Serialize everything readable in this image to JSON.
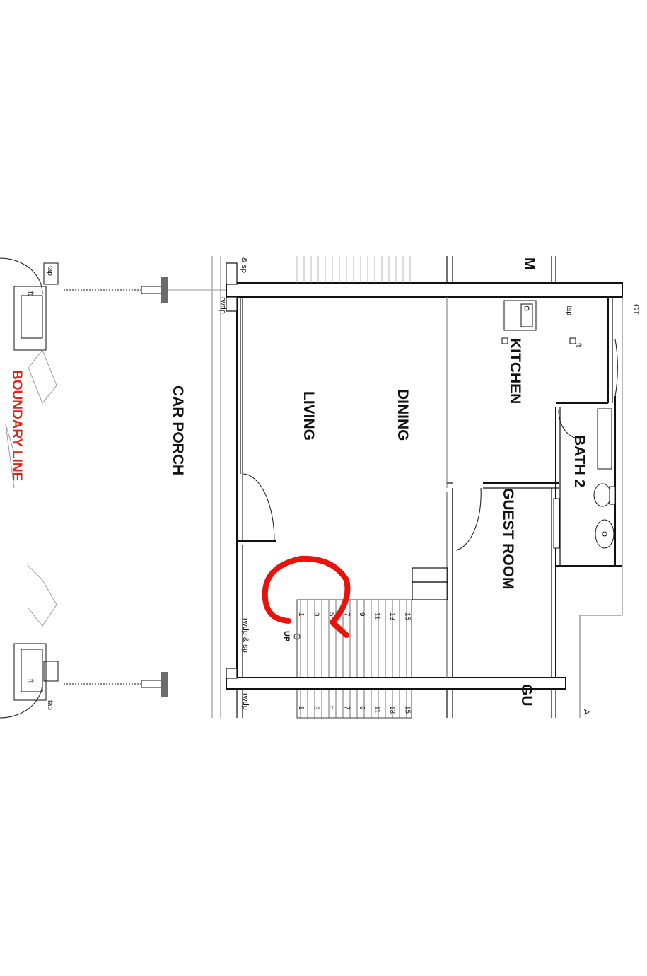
{
  "rooms": {
    "car_porch": "CAR PORCH",
    "living": "LIVING",
    "dining": "DINING",
    "kitchen": "KITCHEN",
    "bath2": "BATH 2",
    "guest_room": "GUEST ROOM",
    "guest_room_cut": "GU",
    "m_cut": "M"
  },
  "boundary_line": "BOUNDARY LINE",
  "notes": {
    "tap_top": "tap",
    "ft_top": "ft",
    "tap_bottom": "tap",
    "ft_bottom": "ft",
    "sp_top": "& sp",
    "rwdp_top": "rwdp",
    "rwdp_sp": "rwdp & sp",
    "rwdp_bottom": "rwdp",
    "kitchen_tap": "tap",
    "kitchen_ft": "ft",
    "gt": "GT",
    "stair_up": "UP",
    "a_cut": "A"
  },
  "stair_numbers": [
    "1",
    "3",
    "5",
    "7",
    "9",
    "11",
    "13",
    "15"
  ],
  "stair_numbers_lower": [
    "1",
    "3",
    "5",
    "7",
    "9",
    "11",
    "13",
    "15"
  ],
  "colors": {
    "boundary": "#e0241b",
    "markup": "#e8140c",
    "line": "#111111",
    "column": "#6b6b6b"
  }
}
